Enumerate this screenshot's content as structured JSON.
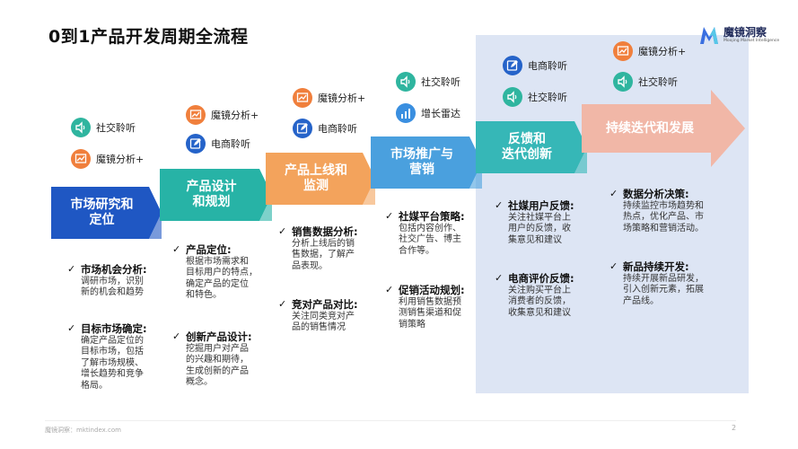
{
  "title": "0到1产品开发周期全流程",
  "logo": {
    "name": "魔镜洞察",
    "tagline": "Moojing Market Intelligence"
  },
  "colors": {
    "stage1": "#1f57c3",
    "stage2": "#27b3a6",
    "stage3": "#f3a35c",
    "stage4": "#4aa0de",
    "stage5": "#36b7b7",
    "stage6": "#f1b7a7",
    "highlight": "#dde5f4"
  },
  "stages": [
    {
      "label": "市场研究和\n定位"
    },
    {
      "label": "产品设计\n和规划"
    },
    {
      "label": "产品上线和\n监测"
    },
    {
      "label": "市场推广与\n营销"
    },
    {
      "label": "反馈和\n迭代创新"
    },
    {
      "label": "持续迭代和发展"
    }
  ],
  "tools": [
    {
      "label": "社交聆听",
      "icon": "speaker-icon",
      "color": "#2fb59f"
    },
    {
      "label": "魔镜分析+",
      "icon": "chart-icon",
      "color": "#f07f3c"
    },
    {
      "label": "魔镜分析+",
      "icon": "chart-icon",
      "color": "#f07f3c"
    },
    {
      "label": "电商聆听",
      "icon": "edit-icon",
      "color": "#2563c9"
    },
    {
      "label": "魔镜分析+",
      "icon": "chart-icon",
      "color": "#f07f3c"
    },
    {
      "label": "电商聆听",
      "icon": "edit-icon",
      "color": "#2563c9"
    },
    {
      "label": "社交聆听",
      "icon": "speaker-icon",
      "color": "#2fb59f"
    },
    {
      "label": "增长雷达",
      "icon": "bar-chart-icon",
      "color": "#3a8fe0"
    },
    {
      "label": "电商聆听",
      "icon": "edit-icon",
      "color": "#2563c9"
    },
    {
      "label": "社交聆听",
      "icon": "speaker-icon",
      "color": "#2fb59f"
    },
    {
      "label": "魔镜分析+",
      "icon": "chart-icon",
      "color": "#f07f3c"
    },
    {
      "label": "社交聆听",
      "icon": "speaker-icon",
      "color": "#2fb59f"
    }
  ],
  "blocks": [
    {
      "check": "✓",
      "heading": "市场机会分析:",
      "lines": [
        "调研市场，识别",
        "新的机会和趋势"
      ]
    },
    {
      "check": "✓",
      "heading": "目标市场确定:",
      "lines": [
        "确定产品定位的",
        "目标市场，包括",
        "了解市场规模、",
        "增长趋势和竞争",
        "格局。"
      ]
    },
    {
      "check": "✓",
      "heading": "产品定位:",
      "lines": [
        "根据市场需求和",
        "目标用户的特点，",
        "确定产品的定位",
        "和特色。"
      ]
    },
    {
      "check": "✓",
      "heading": "创新产品设计:",
      "lines": [
        "挖掘用户对产品",
        "的兴趣和期待，",
        "生成创新的产品",
        "概念。"
      ]
    },
    {
      "check": "✓",
      "heading": "销售数据分析:",
      "lines": [
        "分析上线后的销",
        "售数据，了解产",
        "品表现。"
      ]
    },
    {
      "check": "✓",
      "heading": "竞对产品对比:",
      "lines": [
        "关注同类竞对产",
        "品的销售情况"
      ]
    },
    {
      "check": "✓",
      "heading": "社媒平台策略:",
      "lines": [
        "包括内容创作、",
        "社交广告、博主",
        "合作等。"
      ]
    },
    {
      "check": "✓",
      "heading": "促销活动规划:",
      "lines": [
        "利用销售数据预",
        "测销售渠道和促",
        "销策略"
      ]
    },
    {
      "check": "✓",
      "heading": "社媒用户反馈:",
      "lines": [
        "关注社媒平台上",
        "用户的反馈，收",
        "集意见和建议"
      ]
    },
    {
      "check": "✓",
      "heading": "电商评价反馈:",
      "lines": [
        "关注购买平台上",
        "消费者的反馈，",
        "收集意见和建议"
      ]
    },
    {
      "check": "✓",
      "heading": "数据分析决策:",
      "lines": [
        "持续监控市场趋势和",
        "热点，优化产品、市",
        "场策略和营销活动。"
      ]
    },
    {
      "check": "✓",
      "heading": "新品持续开发:",
      "lines": [
        "持续开展新品研发，",
        "引入创新元素，拓展",
        "产品线。"
      ]
    }
  ],
  "footer": {
    "source": "魔镜洞察：mktindex.com",
    "page": "2"
  }
}
